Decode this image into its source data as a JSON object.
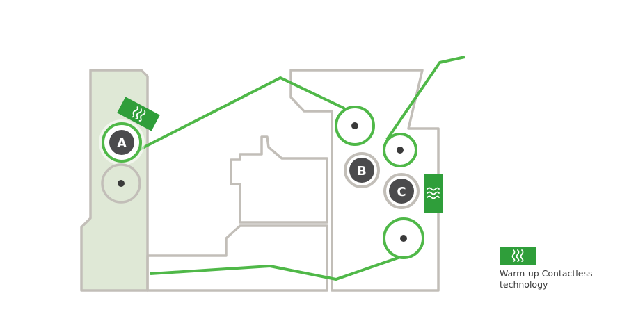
{
  "diagram": {
    "colors": {
      "frame": "#c2beb8",
      "green": "#4fb848",
      "heater": "#2f9e3a",
      "roller_dark": "#4b4b4d",
      "panel_fill": "#dfe8d6",
      "white": "#ffffff"
    },
    "rollers": {
      "a": {
        "label": "A"
      },
      "b": {
        "label": "B"
      },
      "c": {
        "label": "C"
      }
    },
    "heater_icon": "heat-waves-icon"
  },
  "legend": {
    "icon": "heat-waves-icon",
    "text": "Warm-up Contactless technology"
  }
}
